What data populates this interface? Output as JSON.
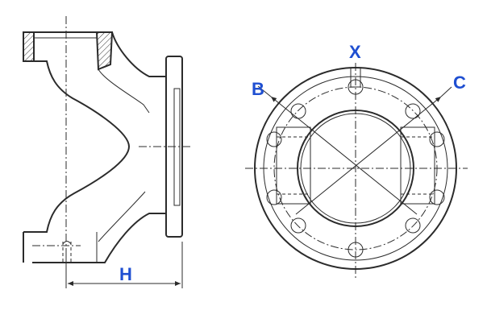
{
  "labels": {
    "h": "H",
    "x": "X",
    "b": "B",
    "c": "C"
  },
  "colors": {
    "label": "#1f4fd1",
    "line": "#2b2b2b",
    "background": "#ffffff"
  }
}
